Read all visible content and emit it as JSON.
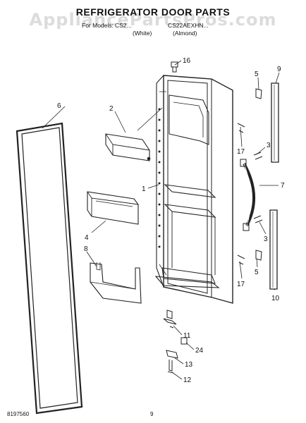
{
  "title": "REFRIGERATOR DOOR PARTS",
  "watermark": "AppliancePartsPros.com",
  "models": {
    "prefix": "For Models:",
    "model_white": "CS2...",
    "model_almond": "CS22AEXHN...",
    "color_white": "(White)",
    "color_almond": "(Almond)"
  },
  "footer": {
    "code": "8197560",
    "page": "9"
  },
  "callouts": [
    "16",
    "9",
    "5",
    "6",
    "2",
    "17",
    "3",
    "1",
    "7",
    "4",
    "8",
    "3",
    "5",
    "17",
    "10",
    "11",
    "24",
    "13",
    "12"
  ]
}
